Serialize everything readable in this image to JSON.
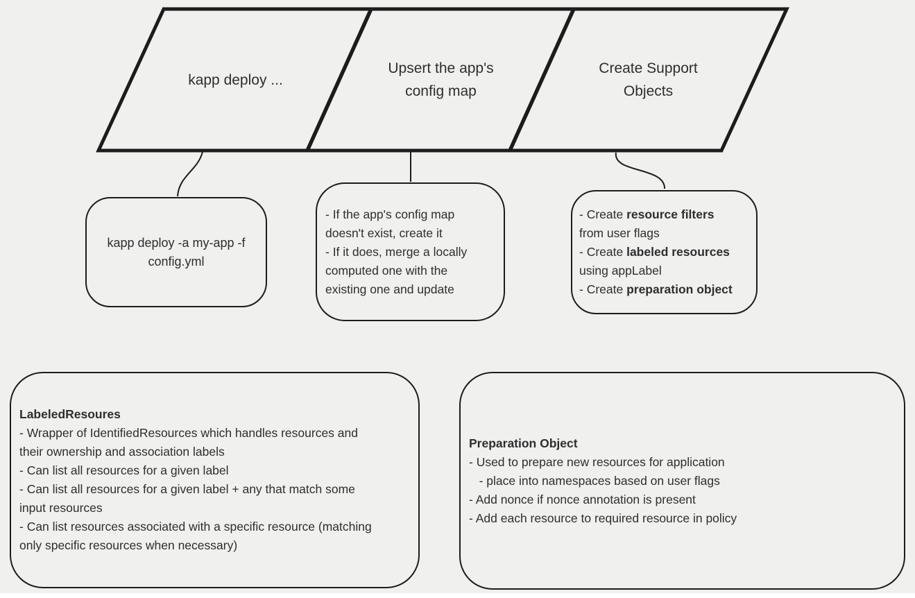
{
  "palette": {
    "background": "#f0f0ef",
    "stroke": "#1c1c1c",
    "text": "#2e2e2e"
  },
  "pipeline": {
    "steps": [
      {
        "name": "kapp-deploy",
        "lines": [
          "kapp deploy ..."
        ]
      },
      {
        "name": "upsert-config-map",
        "lines": [
          "Upsert the app's",
          "config map"
        ]
      },
      {
        "name": "create-support-objects",
        "lines": [
          "Create Support",
          "Objects"
        ]
      }
    ]
  },
  "step_notes": [
    {
      "name": "kapp-deploy-command-note",
      "lines": [
        "kapp deploy -a my-app -f",
        "config.yml"
      ]
    },
    {
      "name": "upsert-config-map-note",
      "lines": [
        "- If the app's config map",
        "doesn't exist, create it",
        "- If it does, merge a locally",
        "computed one with the",
        "existing one and update"
      ]
    },
    {
      "name": "create-support-objects-note",
      "rich_lines": [
        [
          {
            "t": "- Create ",
            "b": false
          },
          {
            "t": "resource filters",
            "b": true
          }
        ],
        [
          {
            "t": "from user flags",
            "b": false
          }
        ],
        [
          {
            "t": "- Create ",
            "b": false
          },
          {
            "t": "labeled resources",
            "b": true
          }
        ],
        [
          {
            "t": "using appLabel",
            "b": false
          }
        ],
        [
          {
            "t": "- Create ",
            "b": false
          },
          {
            "t": "preparation object",
            "b": true
          }
        ]
      ]
    }
  ],
  "detail_cards": [
    {
      "name": "labeled-resources-card",
      "title": "LabeledResoures",
      "lines": [
        "- Wrapper of IdentifiedResources which handles resources and",
        "their ownership and association labels",
        "- Can list all resources for a given label",
        "- Can list all resources for a given label + any that match some",
        "input resources",
        "- Can list resources associated with a specific resource (matching",
        "only specific resources when necessary)"
      ]
    },
    {
      "name": "preparation-object-card",
      "title": "Preparation Object",
      "lines": [
        "- Used to prepare new resources for application",
        "   - place into namespaces based on user flags",
        "- Add nonce if nonce annotation is present",
        "- Add each resource to required resource in policy"
      ]
    }
  ]
}
